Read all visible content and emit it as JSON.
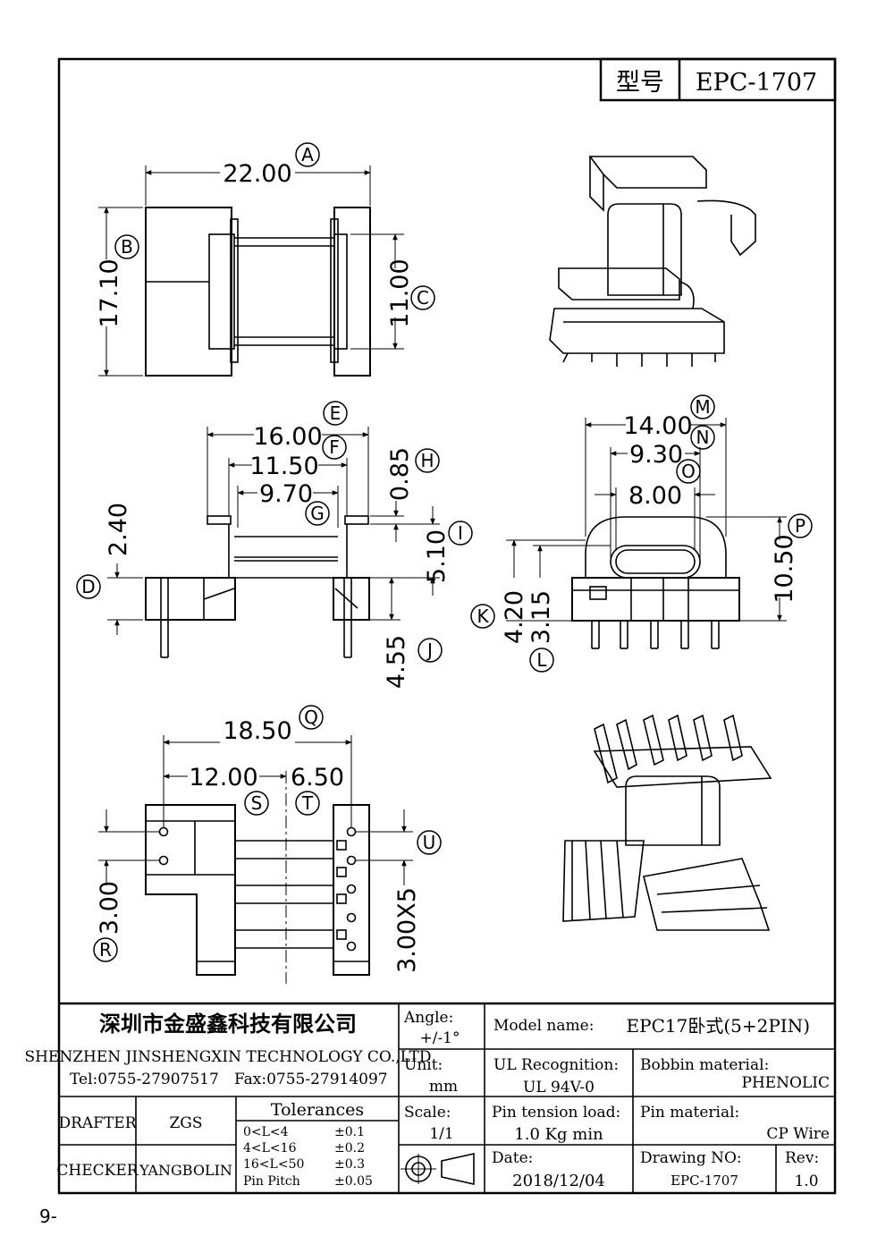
{
  "header": {
    "type_label": "型号",
    "model": "EPC-1707"
  },
  "dimensions": {
    "A": "22.00",
    "B": "17.10",
    "C": "11.00",
    "E": "16.00",
    "F": "11.50",
    "G": "9.70",
    "H": "0.85",
    "D": "2.40",
    "I": "5.10",
    "J": "4.55",
    "M": "14.00",
    "N": "9.30",
    "O": "8.00",
    "P": "10.50",
    "K": "4.20",
    "L": "3.15",
    "Q": "18.50",
    "S": "12.00",
    "T": "6.50",
    "R": "3.00",
    "U": "3.00X5"
  },
  "markers": [
    "A",
    "B",
    "C",
    "D",
    "E",
    "F",
    "G",
    "H",
    "I",
    "J",
    "K",
    "L",
    "M",
    "N",
    "O",
    "P",
    "Q",
    "R",
    "S",
    "T",
    "U"
  ],
  "title_block": {
    "company_cn": "深圳市金盛鑫科技有限公司",
    "company_en": "SHENZHEN JINSHENGXIN TECHNOLOGY CO.,LTD",
    "tel": "Tel:0755-27907517",
    "fax": "Fax:0755-27914097",
    "angle_label": "Angle:",
    "angle_value": "+/-1°",
    "model_label": "Model name:",
    "model_value": "EPC17卧式(5+2PIN)",
    "unit_label": "Unit:",
    "unit_value": "mm",
    "ul_label": "UL Recognition:",
    "ul_value": "UL 94V-0",
    "bobbin_label": "Bobbin material:",
    "bobbin_value": "PHENOLIC",
    "drafter_label": "DRAFTER",
    "drafter_value": "ZGS",
    "tolerances_label": "Tolerances",
    "tolerances": [
      {
        "range": "0<L<4",
        "value": "±0.1"
      },
      {
        "range": "4<L<16",
        "value": "±0.2"
      },
      {
        "range": "16<L<50",
        "value": "±0.3"
      },
      {
        "range": "Pin Pitch",
        "value": "±0.05"
      }
    ],
    "scale_label": "Scale:",
    "scale_value": "1/1",
    "pin_tension_label": "Pin tension load:",
    "pin_tension_value": "1.0 Kg min",
    "pin_material_label": "Pin material:",
    "pin_material_value": "CP Wire",
    "checker_label": "CHECKER",
    "checker_value": "YANGBOLIN",
    "date_label": "Date:",
    "date_value": "2018/12/04",
    "drawing_no_label": "Drawing NO:",
    "drawing_no_value": "EPC-1707",
    "rev_label": "Rev:",
    "rev_value": "1.0"
  },
  "page_number": "9-"
}
